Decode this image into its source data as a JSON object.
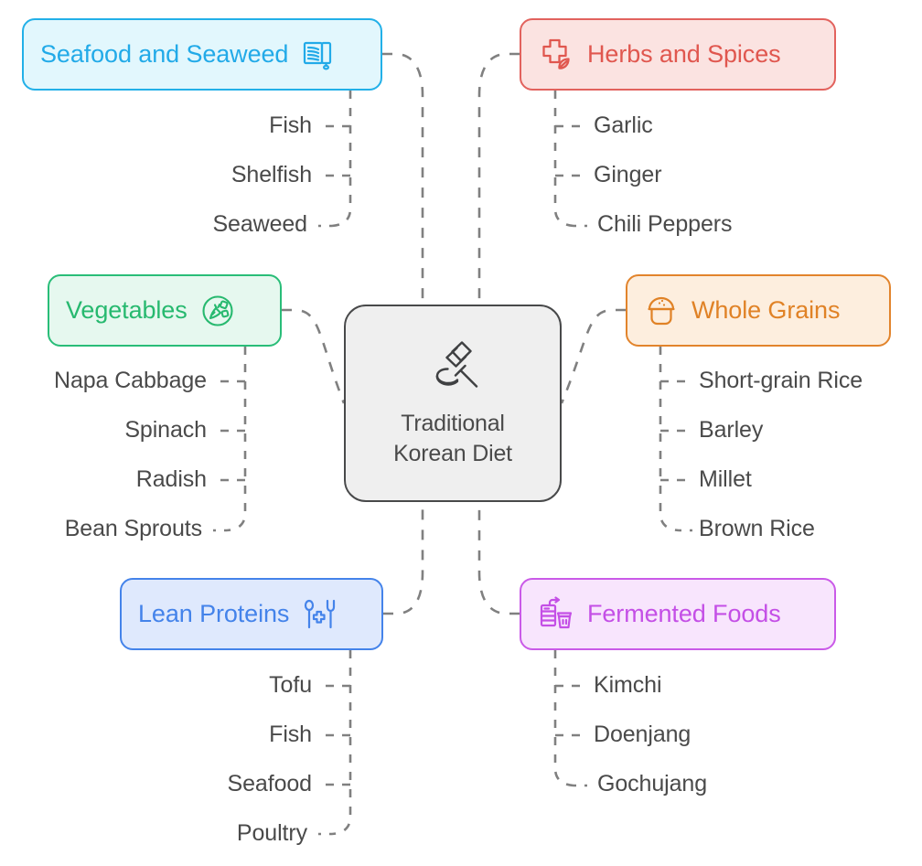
{
  "center": {
    "title_line_1": "Traditional",
    "title_line_2": "Korean Diet",
    "icon": "chopsticks-noodle-bowl-icon",
    "fill": "#efefef",
    "stroke": "#48494a",
    "text_color": "#4a4a4a"
  },
  "connector": {
    "color": "#808080",
    "style": "dashed"
  },
  "leaf_text_color": "#4a4a4a",
  "branches": [
    {
      "id": "seafood",
      "label": "Seafood and Seaweed",
      "icon": "seaweed-sheet-icon",
      "accent": "#22aae8",
      "border": "#22b0e8",
      "fill": "#e2f7fd",
      "position": "top-left",
      "icon_side": "right",
      "children": [
        "Fish",
        "Shelfish",
        "Seaweed"
      ]
    },
    {
      "id": "herbs",
      "label": "Herbs and Spices",
      "icon": "cross-leaf-icon",
      "accent": "#e0574f",
      "border": "#e2625d",
      "fill": "#fbe3e1",
      "position": "top-right",
      "icon_side": "left",
      "children": [
        "Garlic",
        "Ginger",
        "Chili Peppers"
      ]
    },
    {
      "id": "vegetables",
      "label": "Vegetables",
      "icon": "vegetable-circle-icon",
      "accent": "#27b96f",
      "border": "#29bd78",
      "fill": "#e6f8ef",
      "position": "middle-left",
      "icon_side": "right",
      "children": [
        "Napa Cabbage",
        "Spinach",
        "Radish",
        "Bean Sprouts"
      ]
    },
    {
      "id": "grains",
      "label": "Whole Grains",
      "icon": "rice-bowl-icon",
      "accent": "#e08226",
      "border": "#e2842c",
      "fill": "#fdeede",
      "position": "middle-right",
      "icon_side": "left",
      "children": [
        "Short-grain Rice",
        "Barley",
        "Millet",
        "Brown Rice"
      ]
    },
    {
      "id": "proteins",
      "label": "Lean Proteins",
      "icon": "spoon-fork-cross-icon",
      "accent": "#4483ea",
      "border": "#4483ea",
      "fill": "#dfe9fd",
      "position": "bottom-left",
      "icon_side": "right",
      "children": [
        "Tofu",
        "Fish",
        "Seafood",
        "Poultry"
      ]
    },
    {
      "id": "fermented",
      "label": "Fermented Foods",
      "icon": "fermentation-jar-icon",
      "accent": "#c44fe6",
      "border": "#ca5ae8",
      "fill": "#f8e5fd",
      "position": "bottom-right",
      "icon_side": "left",
      "children": [
        "Kimchi",
        "Doenjang",
        "Gochujang"
      ]
    }
  ]
}
